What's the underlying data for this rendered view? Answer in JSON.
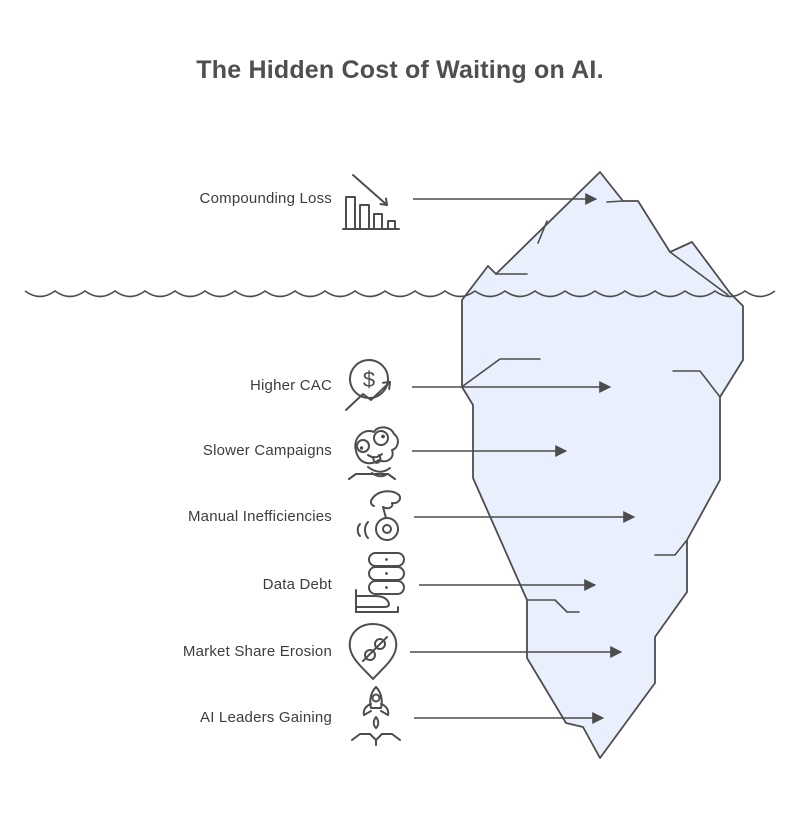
{
  "title": "The Hidden Cost of Waiting on AI.",
  "items": [
    {
      "label": "Compounding Loss",
      "icon": "declining-bar-chart-icon",
      "position": "above-water"
    },
    {
      "label": "Higher CAC",
      "icon": "dollar-growth-icon",
      "position": "below-water"
    },
    {
      "label": "Slower Campaigns",
      "icon": "dazed-snail-icon",
      "position": "below-water"
    },
    {
      "label": "Manual Inefficiencies",
      "icon": "hand-yoyo-icon",
      "position": "below-water"
    },
    {
      "label": "Data Debt",
      "icon": "database-stack-icon",
      "position": "below-water"
    },
    {
      "label": "Market Share Erosion",
      "icon": "discount-pin-icon",
      "position": "below-water"
    },
    {
      "label": "AI Leaders Gaining",
      "icon": "rocket-launch-icon",
      "position": "below-water"
    }
  ],
  "icons": {
    "dollar_symbol": "$"
  },
  "colors": {
    "iceberg_fill": "#e9effc",
    "line": "#4d4d4d",
    "label_text": "#3d3d3d",
    "title_text": "#4f4f4f",
    "background": "#ffffff"
  }
}
